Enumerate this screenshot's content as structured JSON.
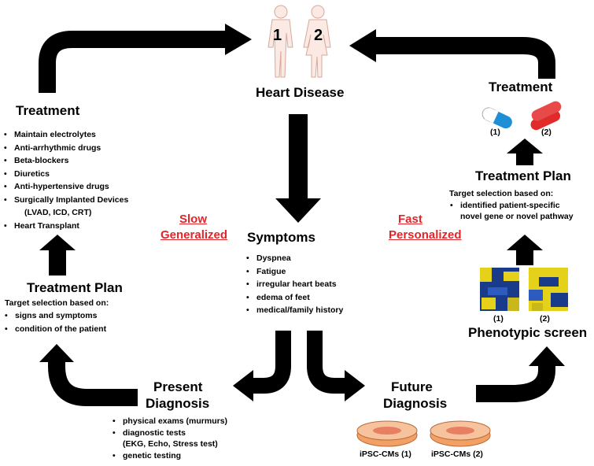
{
  "top": {
    "title": "Heart Disease",
    "person_1": "1",
    "person_2": "2"
  },
  "left": {
    "treatment_title": "Treatment",
    "treatment_items": [
      "Maintain electrolytes",
      "Anti-arrhythmic drugs",
      "Beta-blockers",
      "Diuretics",
      "Anti-hypertensive drugs",
      "Surgically Implanted Devices",
      "(LVAD, ICD, CRT)",
      "Heart Transplant"
    ],
    "plan_title": "Treatment Plan",
    "plan_subtitle": "Target selection based on:",
    "plan_items": [
      "signs and symptoms",
      "condition of the patient"
    ],
    "label_line1": "Slow",
    "label_line2": "Generalized"
  },
  "center": {
    "symptoms_title": "Symptoms",
    "symptom_items": [
      "Dyspnea",
      "Fatigue",
      "irregular heart beats",
      "edema of feet",
      "medical/family history"
    ]
  },
  "present": {
    "title_line1": "Present",
    "title_line2": "Diagnosis",
    "items": [
      "physical exams (murmurs)",
      "diagnostic tests",
      "(EKG, Echo, Stress test)",
      "genetic testing"
    ]
  },
  "future": {
    "title_line1": "Future",
    "title_line2": "Diagnosis",
    "dish_1": "iPSC-CMs (1)",
    "dish_2": "iPSC-CMs (2)"
  },
  "right": {
    "treatment_title": "Treatment",
    "pill_1": "(1)",
    "pill_2": "(2)",
    "plan_title": "Treatment Plan",
    "plan_subtitle": "Target selection based on:",
    "plan_items": [
      "identified patient-specific",
      "novel gene or novel pathway"
    ],
    "screen_1": "(1)",
    "screen_2": "(2)",
    "screen_title": "Phenotypic screen",
    "label_line1": "Fast",
    "label_line2": "Personalized"
  },
  "colors": {
    "arrow": "#000000",
    "accent_red": "#e0262b",
    "pill_blue": "#1e8fd6",
    "pill_red": "#e12b2b",
    "heatmap_yellow": "#e6d11a",
    "heatmap_blue": "#1a3a8a",
    "dish_orange": "#f2a063"
  }
}
